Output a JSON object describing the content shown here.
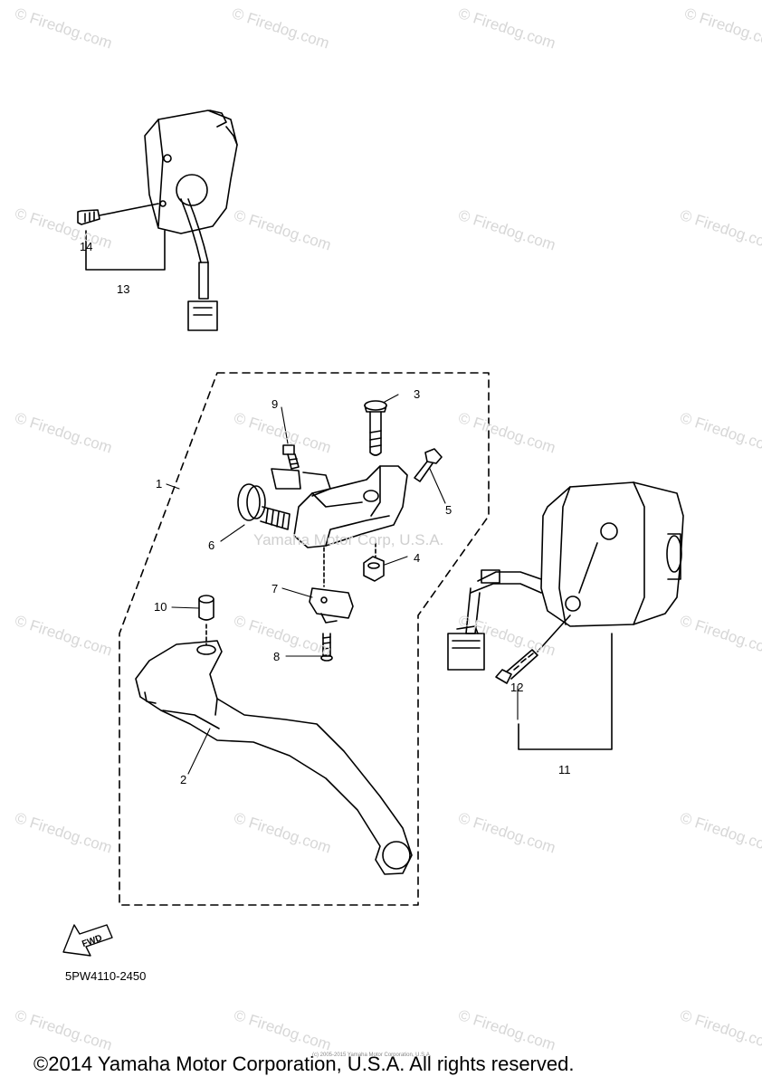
{
  "watermark": "© Firedog.com",
  "brand_watermark": "Yamaha Motor Corp, U.S.A.",
  "callouts": [
    "1",
    "2",
    "3",
    "4",
    "5",
    "6",
    "7",
    "8",
    "9",
    "10",
    "11",
    "12",
    "13",
    "14"
  ],
  "fwd_label": "FWD",
  "part_code": "5PW4110-2450",
  "tiny_notice": "(c) 2005-2015 Yamaha Motor Corporation, U.S.A.",
  "copyright": "©2014 Yamaha Motor Corporation, U.S.A. All rights reserved."
}
